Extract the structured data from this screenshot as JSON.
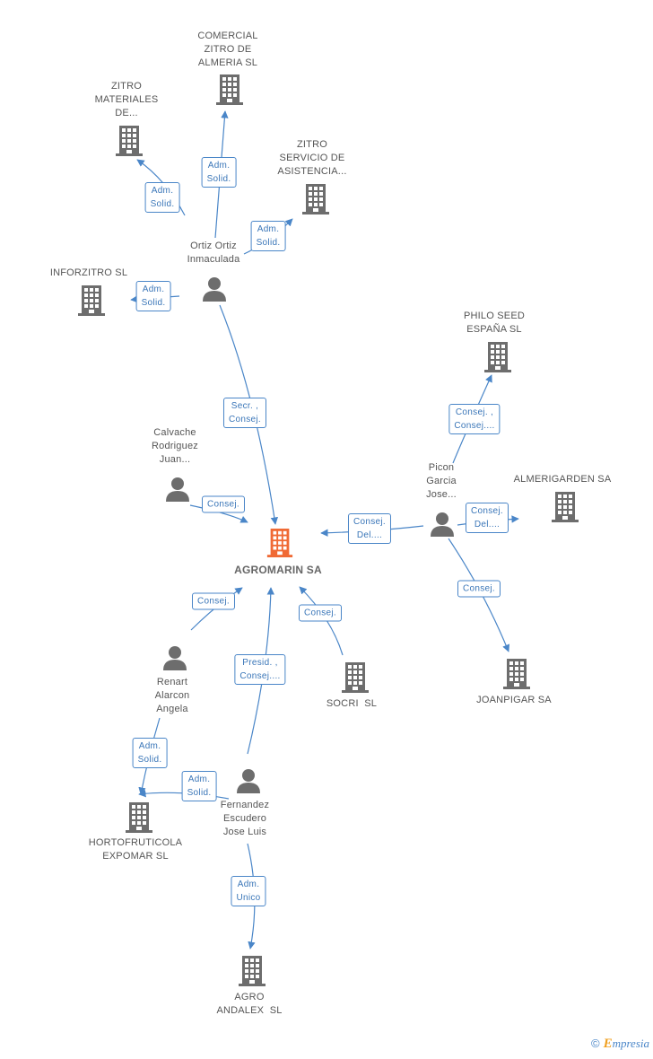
{
  "colors": {
    "edge": "#4a86c8",
    "company": "#6d6d6d",
    "main_company": "#f06a35",
    "person": "#6d6d6d"
  },
  "nodes": [
    {
      "id": "agromarin",
      "type": "company",
      "main": true,
      "label": "AGROMARIN SA",
      "icon": "building-icon"
    },
    {
      "id": "comercial_zitro",
      "type": "company",
      "label": "COMERCIAL\nZITRO DE\nALMERIA SL",
      "icon": "building-icon"
    },
    {
      "id": "zitro_materiales",
      "type": "company",
      "label": "ZITRO\nMATERIALES\nDE...",
      "icon": "building-icon"
    },
    {
      "id": "zitro_servicio",
      "type": "company",
      "label": "ZITRO\nSERVICIO DE\nASISTENCIA...",
      "icon": "building-icon"
    },
    {
      "id": "inforzitro",
      "type": "company",
      "label": "INFORZITRO SL",
      "icon": "building-icon"
    },
    {
      "id": "ortiz",
      "type": "person",
      "label": "Ortiz Ortiz\nInmaculada",
      "icon": "person-icon"
    },
    {
      "id": "philo_seed",
      "type": "company",
      "label": "PHILO SEED\nESPAÑA SL",
      "icon": "building-icon"
    },
    {
      "id": "almerigarden",
      "type": "company",
      "label": "ALMERIGARDEN SA",
      "icon": "building-icon"
    },
    {
      "id": "picon",
      "type": "person",
      "label": "Picon\nGarcia\nJose...",
      "icon": "person-icon"
    },
    {
      "id": "calvache",
      "type": "person",
      "label": "Calvache\nRodriguez\nJuan...",
      "icon": "person-icon"
    },
    {
      "id": "joanpigar",
      "type": "company",
      "label": "JOANPIGAR SA",
      "icon": "building-icon"
    },
    {
      "id": "socri",
      "type": "company",
      "label": "SOCRI  SL",
      "icon": "building-icon"
    },
    {
      "id": "renart",
      "type": "person",
      "label": "Renart\nAlarcon\nAngela",
      "icon": "person-icon"
    },
    {
      "id": "hortofruticola",
      "type": "company",
      "label": "HORTOFRUTICOLA\nEXPOMAR SL",
      "icon": "building-icon"
    },
    {
      "id": "fernandez",
      "type": "person",
      "label": "Fernandez\nEscudero\nJose Luis",
      "icon": "person-icon"
    },
    {
      "id": "agro_andalex",
      "type": "company",
      "label": "AGRO\nANDALEX  SL",
      "icon": "building-icon"
    }
  ],
  "edges": [
    {
      "from": "ortiz",
      "to": "comercial_zitro",
      "label": "Adm.\nSolid."
    },
    {
      "from": "ortiz",
      "to": "zitro_materiales",
      "label": "Adm.\nSolid."
    },
    {
      "from": "ortiz",
      "to": "zitro_servicio",
      "label": "Adm.\nSolid."
    },
    {
      "from": "ortiz",
      "to": "inforzitro",
      "label": "Adm.\nSolid."
    },
    {
      "from": "ortiz",
      "to": "agromarin",
      "label": "Secr. ,\nConsej."
    },
    {
      "from": "picon",
      "to": "philo_seed",
      "label": "Consej. ,\nConsej...."
    },
    {
      "from": "picon",
      "to": "almerigarden",
      "label": "Consej.\nDel...."
    },
    {
      "from": "picon",
      "to": "agromarin",
      "label": "Consej.\nDel...."
    },
    {
      "from": "picon",
      "to": "joanpigar",
      "label": "Consej."
    },
    {
      "from": "calvache",
      "to": "agromarin",
      "label": "Consej."
    },
    {
      "from": "renart",
      "to": "agromarin",
      "label": "Consej."
    },
    {
      "from": "socri",
      "to": "agromarin",
      "label": "Consej."
    },
    {
      "from": "fernandez",
      "to": "agromarin",
      "label": "Presid. ,\nConsej...."
    },
    {
      "from": "renart",
      "to": "hortofruticola",
      "label": "Adm.\nSolid."
    },
    {
      "from": "fernandez",
      "to": "hortofruticola",
      "label": "Adm.\nSolid."
    },
    {
      "from": "fernandez",
      "to": "agro_andalex",
      "label": "Adm.\nUnico"
    }
  ],
  "footer": {
    "copyright": "©",
    "brand_initial": "E",
    "brand_rest": "mpresia"
  }
}
